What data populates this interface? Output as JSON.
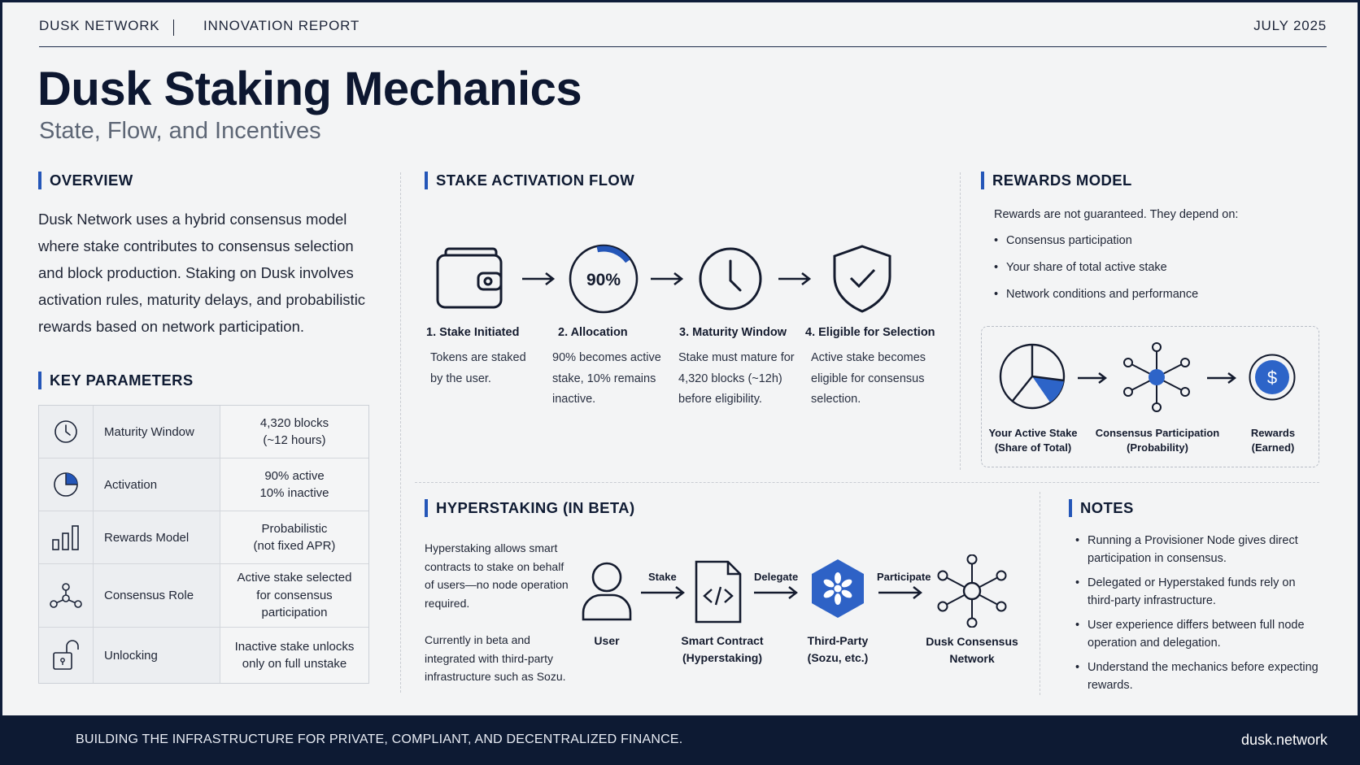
{
  "header": {
    "org": "DUSK NETWORK",
    "report": "INNOVATION REPORT",
    "date": "JULY 2025"
  },
  "title": "Dusk Staking Mechanics",
  "subtitle": "State, Flow, and Incentives",
  "overview": {
    "heading": "OVERVIEW",
    "text": "Dusk Network uses a hybrid consensus model where stake contributes to consensus selection and block production. Staking on Dusk involves activation rules, maturity delays, and probabilistic rewards based on network participation."
  },
  "key_parameters": {
    "heading": "KEY PARAMETERS",
    "rows": [
      {
        "icon": "clock-icon",
        "name": "Maturity Window",
        "value": "4,320 blocks\n(~12 hours)"
      },
      {
        "icon": "pie-icon",
        "name": "Activation",
        "value": "90% active\n10% inactive"
      },
      {
        "icon": "bar-chart-icon",
        "name": "Rewards Model",
        "value": "Probabilistic\n(not fixed APR)"
      },
      {
        "icon": "network-icon",
        "name": "Consensus Role",
        "value": "Active stake selected\nfor consensus\nparticipation"
      },
      {
        "icon": "unlock-icon",
        "name": "Unlocking",
        "value": "Inactive stake unlocks\nonly on full unstake"
      }
    ]
  },
  "activation_flow": {
    "heading": "STAKE ACTIVATION FLOW",
    "allocation_percent": "90%",
    "allocation_fraction": 0.9,
    "steps": [
      {
        "icon": "wallet-icon",
        "label": "1. Stake Initiated",
        "desc": "Tokens are staked by the user."
      },
      {
        "icon": "allocation-ring-icon",
        "label": "2. Allocation",
        "desc": "90% becomes active stake, 10% remains inactive."
      },
      {
        "icon": "clock-icon",
        "label": "3. Maturity Window",
        "desc": "Stake must mature for 4,320 blocks (~12h) before eligibility."
      },
      {
        "icon": "shield-check-icon",
        "label": "4. Eligible for Selection",
        "desc": "Active stake becomes eligible for consensus selection."
      }
    ]
  },
  "rewards": {
    "heading": "REWARDS MODEL",
    "intro": "Rewards are not guaranteed. They depend on:",
    "factors": [
      "Consensus participation",
      "Your share of total active stake",
      "Network conditions and performance"
    ],
    "diagram": [
      {
        "icon": "pie-chart-icon",
        "caption": "Your Active Stake\n(Share of Total)"
      },
      {
        "icon": "network-hub-icon",
        "caption": "Consensus Participation\n(Probability)"
      },
      {
        "icon": "dollar-coin-icon",
        "caption": "Rewards\n(Earned)"
      }
    ]
  },
  "hyperstaking": {
    "heading": "HYPERSTAKING (IN BETA)",
    "text1": "Hyperstaking allows smart contracts to stake on behalf of users—no node operation required.",
    "text2": "Currently in beta and integrated with third-party infrastructure such as Sozu.",
    "nodes": [
      {
        "icon": "user-icon",
        "caption": "User"
      },
      {
        "icon": "smart-contract-icon",
        "caption": "Smart Contract\n(Hyperstaking)"
      },
      {
        "icon": "third-party-hex-icon",
        "caption": "Third-Party\n(Sozu, etc.)"
      },
      {
        "icon": "network-hub-icon",
        "caption": "Dusk Consensus\nNetwork"
      }
    ],
    "arrows": [
      "Stake",
      "Delegate",
      "Participate"
    ]
  },
  "notes": {
    "heading": "NOTES",
    "items": [
      "Running a Provisioner Node gives direct participation in consensus.",
      "Delegated or Hyperstaked funds rely on third-party infrastructure.",
      "User experience differs between full node operation and delegation.",
      "Understand the mechanics before expecting rewards."
    ]
  },
  "footer": {
    "tagline": "BUILDING THE INFRASTRUCTURE FOR PRIVATE, COMPLIANT, AND DECENTRALIZED FINANCE.",
    "url": "dusk.network",
    "logo_icon": "crescent-moon-icon"
  },
  "colors": {
    "accent": "#2456b8",
    "navy": "#0d1a33",
    "background": "#f3f4f5"
  }
}
